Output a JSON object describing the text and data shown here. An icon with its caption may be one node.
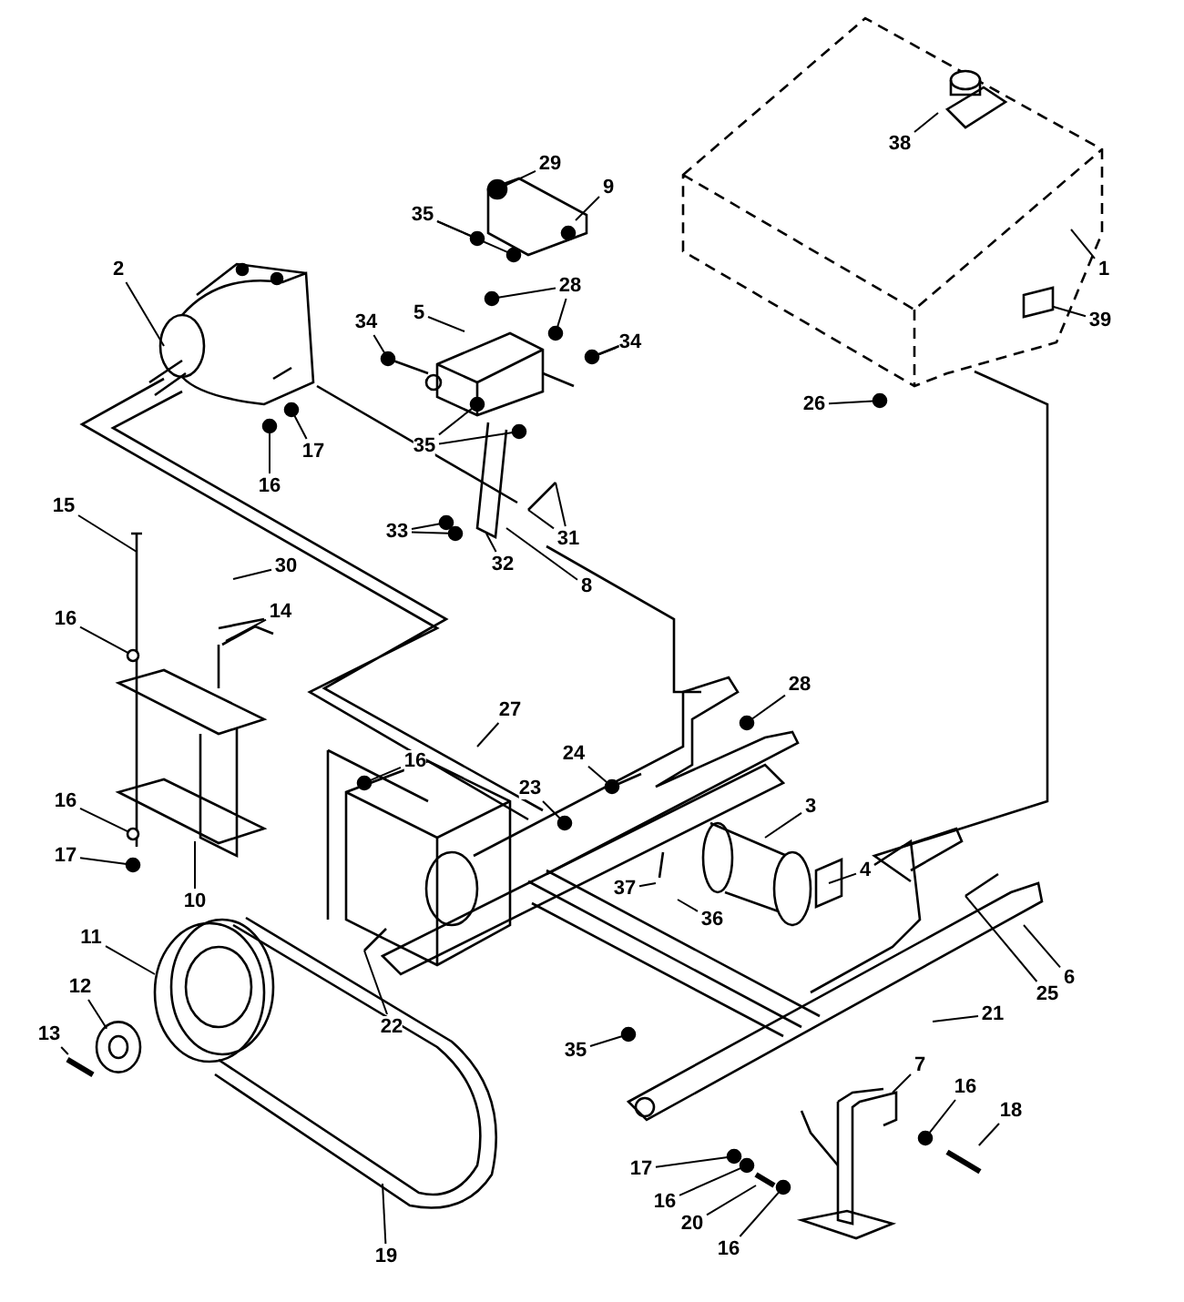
{
  "diagram": {
    "nodes": [
      {
        "text": [
          "38"
        ]
      },
      {
        "text": [
          "29"
        ]
      },
      {
        "text": [
          "9"
        ]
      },
      {
        "text": [
          "35"
        ]
      },
      {
        "text": [
          "1"
        ]
      },
      {
        "text": [
          "2"
        ]
      },
      {
        "text": [
          "28"
        ]
      },
      {
        "text": [
          "5"
        ]
      },
      {
        "text": [
          "39"
        ]
      },
      {
        "text": [
          "34"
        ]
      },
      {
        "text": [
          "34"
        ]
      },
      {
        "text": [
          "26"
        ]
      },
      {
        "text": [
          "35"
        ]
      },
      {
        "text": [
          "17"
        ]
      },
      {
        "text": [
          "16"
        ]
      },
      {
        "text": [
          "15"
        ]
      },
      {
        "text": [
          "33"
        ]
      },
      {
        "text": [
          "31"
        ]
      },
      {
        "text": [
          "32"
        ]
      },
      {
        "text": [
          "8"
        ]
      },
      {
        "text": [
          "30"
        ]
      },
      {
        "text": [
          "14"
        ]
      },
      {
        "text": [
          "16"
        ]
      },
      {
        "text": [
          "28"
        ]
      },
      {
        "text": [
          "27"
        ]
      },
      {
        "text": [
          "24"
        ]
      },
      {
        "text": [
          "16"
        ]
      },
      {
        "text": [
          "23"
        ]
      },
      {
        "text": [
          "16"
        ]
      },
      {
        "text": [
          "3"
        ]
      },
      {
        "text": [
          "17"
        ]
      },
      {
        "text": [
          "4"
        ]
      },
      {
        "text": [
          "37"
        ]
      },
      {
        "text": [
          "10"
        ]
      },
      {
        "text": [
          "36"
        ]
      },
      {
        "text": [
          "11"
        ]
      },
      {
        "text": [
          "6"
        ]
      },
      {
        "text": [
          "25"
        ]
      },
      {
        "text": [
          "12"
        ]
      },
      {
        "text": [
          "21"
        ]
      },
      {
        "text": [
          "22"
        ]
      },
      {
        "text": [
          "13"
        ]
      },
      {
        "text": [
          "35"
        ]
      },
      {
        "text": [
          "7"
        ]
      },
      {
        "text": [
          "16"
        ]
      },
      {
        "text": [
          "18"
        ]
      },
      {
        "text": [
          "17"
        ]
      },
      {
        "text": [
          "16"
        ]
      },
      {
        "text": [
          "20"
        ]
      },
      {
        "text": [
          "16"
        ]
      },
      {
        "text": [
          "19"
        ]
      },
      {
        "text": [],
        "shape": "circle"
      },
      {
        "text": [],
        "shape": "circle"
      },
      {
        "text": [],
        "shape": "circle"
      },
      {
        "text": [],
        "shape": "circle"
      },
      {
        "text": [],
        "shape": "circle"
      },
      {
        "text": [],
        "shape": "circle"
      },
      {
        "text": [],
        "shape": "circle"
      },
      {
        "text": [],
        "shape": "circle"
      },
      {
        "text": [],
        "shape": "circle"
      },
      {
        "text": [],
        "shape": "circle"
      },
      {
        "text": [],
        "shape": "circle"
      },
      {
        "text": [],
        "shape": "circle"
      },
      {
        "text": [],
        "shape": "circle"
      },
      {
        "text": [],
        "shape": "circle"
      },
      {
        "text": [],
        "shape": "circle"
      },
      {
        "text": [],
        "shape": "circle"
      },
      {
        "text": [],
        "shape": "circle"
      },
      {
        "text": [],
        "shape": "circle"
      },
      {
        "text": [],
        "shape": "circle"
      },
      {
        "text": [],
        "shape": "circle"
      },
      {
        "text": [],
        "shape": "circle"
      },
      {
        "text": [],
        "shape": "circle"
      },
      {
        "text": [],
        "shape": "circle"
      },
      {
        "text": [],
        "shape": "circle"
      },
      {
        "text": [],
        "shape": "box"
      },
      {
        "text": [],
        "shape": "circle"
      },
      {
        "text": [],
        "shape": "circle"
      },
      {
        "text": [],
        "shape": "circle"
      },
      {
        "text": [],
        "shape": "bar"
      },
      {
        "text": [],
        "shape": "bar"
      },
      {
        "text": [],
        "shape": "bar"
      }
    ],
    "edges": [
      {
        "from": 0,
        "to": null,
        "arrow": "none"
      },
      {
        "from": 1,
        "to": 76,
        "arrow": "none"
      },
      {
        "from": 2,
        "to": null,
        "arrow": "none"
      },
      {
        "from": 3,
        "to": 51,
        "arrow": "none"
      },
      {
        "from": 3,
        "to": 52,
        "arrow": "none"
      },
      {
        "from": 4,
        "to": null,
        "arrow": "none"
      },
      {
        "from": 5,
        "to": null,
        "arrow": "none"
      },
      {
        "from": 6,
        "to": 53,
        "arrow": "none"
      },
      {
        "from": 6,
        "to": 54,
        "arrow": "none"
      },
      {
        "from": 7,
        "to": null,
        "arrow": "none"
      },
      {
        "from": 8,
        "to": 75,
        "arrow": "none"
      },
      {
        "from": 9,
        "to": 55,
        "arrow": "none"
      },
      {
        "from": 10,
        "to": 56,
        "arrow": "none"
      },
      {
        "from": 11,
        "to": 57,
        "arrow": "none"
      },
      {
        "from": 12,
        "to": 58,
        "arrow": "none"
      },
      {
        "from": 12,
        "to": 59,
        "arrow": "none"
      },
      {
        "from": 13,
        "to": 60,
        "arrow": "none"
      },
      {
        "from": 14,
        "to": 61,
        "arrow": "none"
      },
      {
        "from": 15,
        "to": null,
        "arrow": "none"
      },
      {
        "from": 16,
        "to": 62,
        "arrow": "none"
      },
      {
        "from": 16,
        "to": 63,
        "arrow": "none"
      },
      {
        "from": 17,
        "to": null,
        "arrow": "none"
      },
      {
        "from": 17,
        "to": null,
        "arrow": "none"
      },
      {
        "from": 18,
        "to": null,
        "arrow": "none"
      },
      {
        "from": 19,
        "to": null,
        "arrow": "none"
      },
      {
        "from": 20,
        "to": null,
        "arrow": "none"
      },
      {
        "from": 21,
        "to": null,
        "arrow": "none"
      },
      {
        "from": 22,
        "to": 64,
        "arrow": "none"
      },
      {
        "from": 23,
        "to": 65,
        "arrow": "none"
      },
      {
        "from": 24,
        "to": null,
        "arrow": "none"
      },
      {
        "from": 25,
        "to": 66,
        "arrow": "none"
      },
      {
        "from": 26,
        "to": 77,
        "arrow": "none"
      },
      {
        "from": 27,
        "to": 67,
        "arrow": "none"
      },
      {
        "from": 28,
        "to": 68,
        "arrow": "none"
      },
      {
        "from": 29,
        "to": null,
        "arrow": "none"
      },
      {
        "from": 30,
        "to": 69,
        "arrow": "none"
      },
      {
        "from": 31,
        "to": null,
        "arrow": "none"
      },
      {
        "from": 32,
        "to": null,
        "arrow": "none"
      },
      {
        "from": 33,
        "to": null,
        "arrow": "none"
      },
      {
        "from": 34,
        "to": null,
        "arrow": "none"
      },
      {
        "from": 35,
        "to": null,
        "arrow": "none"
      },
      {
        "from": 36,
        "to": null,
        "arrow": "none"
      },
      {
        "from": 37,
        "to": null,
        "arrow": "none"
      },
      {
        "from": 38,
        "to": 78,
        "arrow": "none"
      },
      {
        "from": 39,
        "to": null,
        "arrow": "none"
      },
      {
        "from": 40,
        "to": null,
        "arrow": "none"
      },
      {
        "from": 41,
        "to": 81,
        "arrow": "none"
      },
      {
        "from": 42,
        "to": 70,
        "arrow": "none"
      },
      {
        "from": 43,
        "to": null,
        "arrow": "none"
      },
      {
        "from": 44,
        "to": 71,
        "arrow": "none"
      },
      {
        "from": 45,
        "to": 80,
        "arrow": "none"
      },
      {
        "from": 46,
        "to": 72,
        "arrow": "none"
      },
      {
        "from": 47,
        "to": 73,
        "arrow": "none"
      },
      {
        "from": 48,
        "to": 79,
        "arrow": "none"
      },
      {
        "from": 49,
        "to": 74,
        "arrow": "none"
      },
      {
        "from": 50,
        "to": null,
        "arrow": "none"
      }
    ]
  }
}
